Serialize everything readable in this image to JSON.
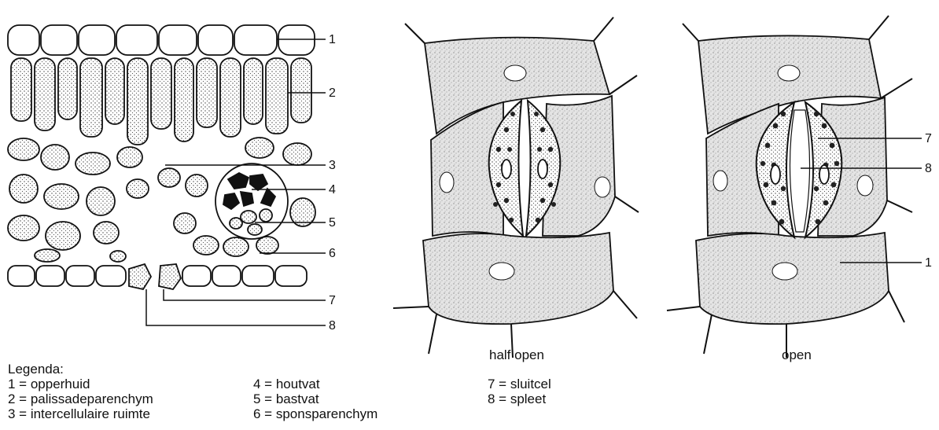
{
  "cross_section": {
    "callouts": [
      "1",
      "2",
      "3",
      "4",
      "5",
      "6",
      "7",
      "8"
    ]
  },
  "stoma_half": {
    "caption": "half open"
  },
  "stoma_open": {
    "caption": "open",
    "callouts": [
      "7",
      "8",
      "1"
    ]
  },
  "legend": {
    "title": "Legenda:",
    "items": [
      "1 = opperhuid",
      "2 = palissadeparenchym",
      "3 = intercellulaire ruimte",
      "4 = houtvat",
      "5 = bastvat",
      "6 = sponsparenchym",
      "7 = sluitcel",
      "8 = spleet"
    ]
  },
  "colors": {
    "ink": "#111111",
    "cell_fill": "#e2e2e2",
    "background": "#ffffff"
  }
}
